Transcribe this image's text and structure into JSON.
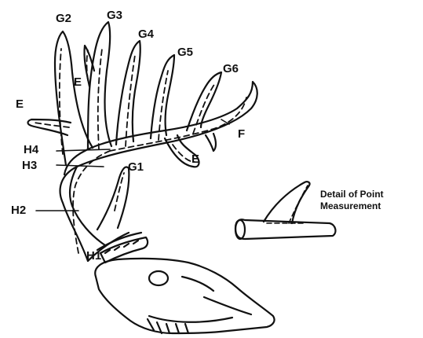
{
  "labels": {
    "g1": "G1",
    "g2": "G2",
    "g3": "G3",
    "g4": "G4",
    "g5": "G5",
    "g6": "G6",
    "h1": "H1",
    "h2": "H2",
    "h3": "H3",
    "h4": "H4",
    "e_left": "E",
    "e_upper": "E",
    "e_lower": "E",
    "f": "F"
  },
  "detail": {
    "line1": "Detail of Point",
    "line2": "Measurement"
  },
  "colors": {
    "ink": "#111111",
    "paper": "#ffffff"
  }
}
